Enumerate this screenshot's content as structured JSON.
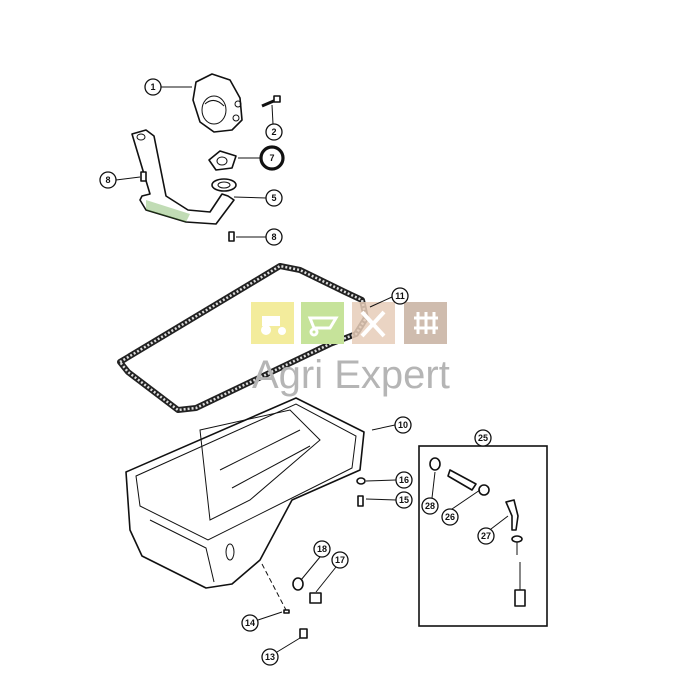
{
  "diagram": {
    "title": "Oil pump, pickup tube and oil pan",
    "callouts": {
      "c1": "1",
      "c2": "2",
      "c7": "7",
      "c8a": "8",
      "c5": "5",
      "c8b": "8",
      "c11": "11",
      "c10": "10",
      "c25": "25",
      "c16": "16",
      "c15": "15",
      "c28": "28",
      "c26": "26",
      "c27": "27",
      "c18": "18",
      "c17": "17",
      "c14": "14",
      "c13": "13"
    },
    "highlighted_callout": "7"
  },
  "watermark": {
    "text": "Agri Expert",
    "tile_colors": [
      "#f3ec9c",
      "#c6e39a",
      "#e6cdb8",
      "#cfbcae"
    ]
  }
}
